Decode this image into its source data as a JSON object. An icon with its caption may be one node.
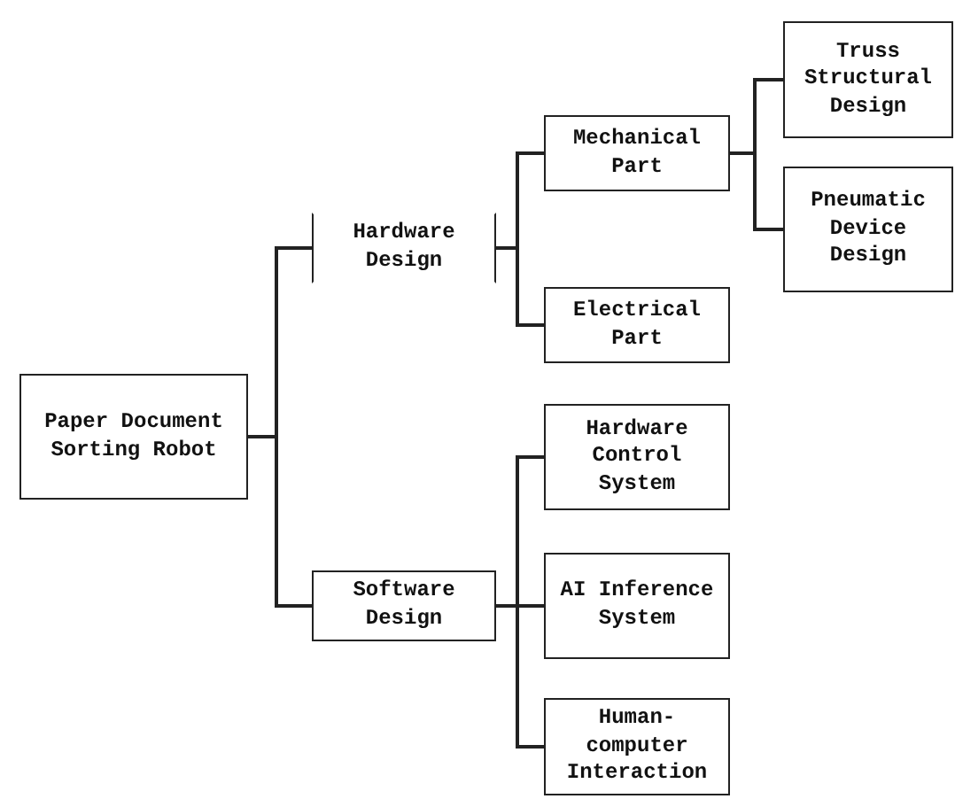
{
  "diagram": {
    "nodes": [
      {
        "text": [
          "Paper Document Sorting Robot"
        ]
      },
      {
        "text": [
          "Hardware Design"
        ]
      },
      {
        "text": [
          "Software Design"
        ]
      },
      {
        "text": [
          "Mechanical Part"
        ]
      },
      {
        "text": [
          "Electrical Part"
        ]
      },
      {
        "text": [
          "Truss Structural Design"
        ]
      },
      {
        "text": [
          "Pneumatic Device Design"
        ]
      },
      {
        "text": [
          "Hardware Control System"
        ]
      },
      {
        "text": [
          "AI Inference System"
        ]
      },
      {
        "text": [
          "Human-computer Interaction"
        ]
      }
    ],
    "edges": [
      {
        "from": 0,
        "to": 1,
        "arrow": "none"
      },
      {
        "from": 0,
        "to": 2,
        "arrow": "none"
      },
      {
        "from": 1,
        "to": 3,
        "arrow": "none"
      },
      {
        "from": 1,
        "to": 4,
        "arrow": "none"
      },
      {
        "from": 3,
        "to": 5,
        "arrow": "none"
      },
      {
        "from": 3,
        "to": 6,
        "arrow": "none"
      },
      {
        "from": 2,
        "to": 7,
        "arrow": "none"
      },
      {
        "from": 2,
        "to": 8,
        "arrow": "none"
      },
      {
        "from": 2,
        "to": 9,
        "arrow": "none"
      }
    ]
  }
}
